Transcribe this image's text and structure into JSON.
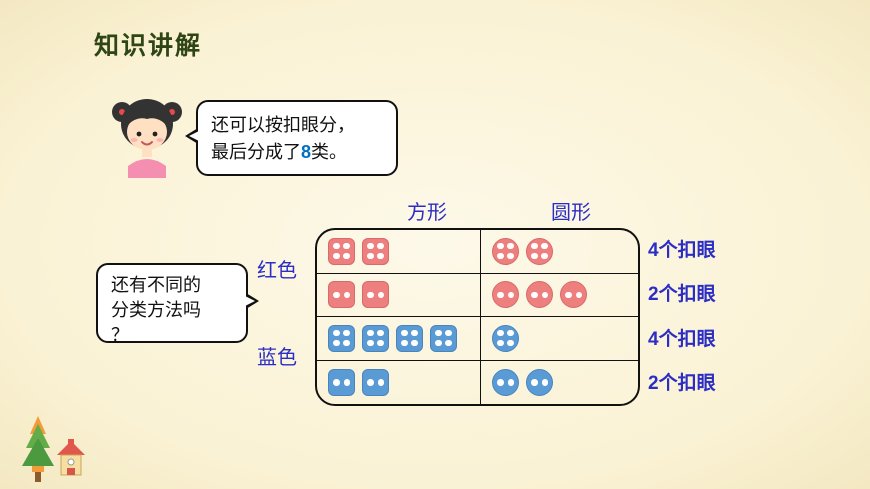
{
  "slide": {
    "title": "知识讲解"
  },
  "speech_bubble_1": {
    "line1": "还可以按扣眼分，",
    "line2_before": "最后分成了",
    "line2_highlight": "8",
    "line2_after": "类。"
  },
  "speech_bubble_2": {
    "line1": "还有不同的",
    "line2": "分类方法吗",
    "line3": "？"
  },
  "table": {
    "col_headers": [
      "方形",
      "圆形"
    ],
    "row_groups": [
      {
        "label": "红色"
      },
      {
        "label": "蓝色"
      }
    ],
    "rows": [
      {
        "color": "red",
        "holes": 4,
        "squares": 2,
        "circles": 2,
        "right_label": "4个扣眼"
      },
      {
        "color": "red",
        "holes": 2,
        "squares": 2,
        "circles": 3,
        "right_label": "2个扣眼"
      },
      {
        "color": "blue",
        "holes": 4,
        "squares": 4,
        "circles": 1,
        "right_label": "4个扣眼"
      },
      {
        "color": "blue",
        "holes": 2,
        "squares": 2,
        "circles": 2,
        "right_label": "2个扣眼"
      }
    ]
  },
  "colors": {
    "title_green": "#2f4515",
    "label_blue": "#2b2dc4",
    "highlight_blue": "#0070c0",
    "button_red": "#ee7f7f",
    "button_blue": "#5b9bd5"
  },
  "decorations": {
    "girl": "girl-avatar",
    "tree": "tree-rocket-clipart",
    "house": "house-clipart"
  }
}
